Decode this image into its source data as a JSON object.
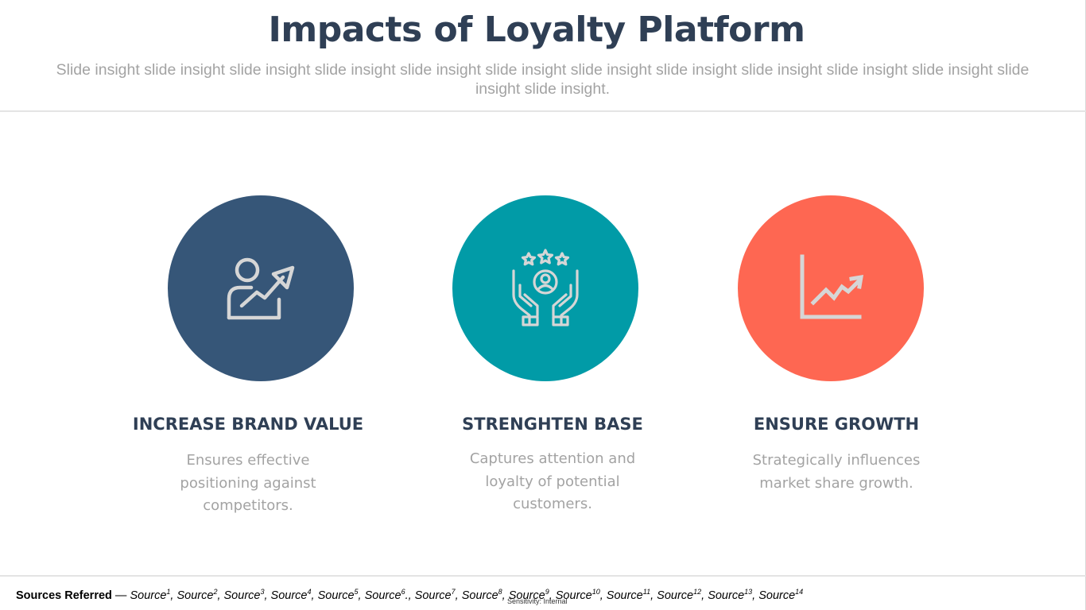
{
  "slide": {
    "title": "Impacts of Loyalty Platform",
    "subtitle": "Slide insight slide insight slide insight slide insight slide insight slide insight slide insight slide insight slide insight slide insight slide insight slide insight slide insight."
  },
  "cards": [
    {
      "title": "INCREASE BRAND VALUE",
      "desc": "Ensures effective positioning against competitors.",
      "color": "#365678",
      "icon": "person-growth-arrow-icon"
    },
    {
      "title": "STRENGHTEN BASE",
      "desc": "Captures attention and loyalty of potential customers.",
      "color": "#019ba7",
      "icon": "hands-customer-stars-icon"
    },
    {
      "title": "ENSURE GROWTH",
      "desc": "Strategically influences market share growth.",
      "color": "#fe6752",
      "icon": "growth-chart-icon"
    }
  ],
  "colors": {
    "icon_stroke": "#d6d6d6",
    "title": "#2f3f55",
    "muted_text": "#a3a3a3"
  },
  "footer": {
    "sources_label": "Sources Referred",
    "sources_dash": " — ",
    "sources": [
      {
        "name": "Source",
        "num": "1",
        "sep": ", "
      },
      {
        "name": "Source",
        "num": "2",
        "sep": ", "
      },
      {
        "name": "Source",
        "num": "3",
        "sep": ", "
      },
      {
        "name": "Source",
        "num": "4",
        "sep": ", "
      },
      {
        "name": "Source",
        "num": "5",
        "sep": ", "
      },
      {
        "name": "Source",
        "num": "6",
        "sep": "., "
      },
      {
        "name": "Source",
        "num": "7",
        "sep": ", "
      },
      {
        "name": "Source",
        "num": "8",
        "sep": ", "
      },
      {
        "name": "Source",
        "num": "9",
        "sep": ", "
      },
      {
        "name": "Source",
        "num": "10",
        "sep": ", "
      },
      {
        "name": "Source",
        "num": "11",
        "sep": ", "
      },
      {
        "name": "Source",
        "num": "12",
        "sep": ", "
      },
      {
        "name": "Source",
        "num": "13",
        "sep": ", "
      },
      {
        "name": "Source",
        "num": "14",
        "sep": ""
      }
    ],
    "sensitivity": "Sensitivity: Internal"
  }
}
